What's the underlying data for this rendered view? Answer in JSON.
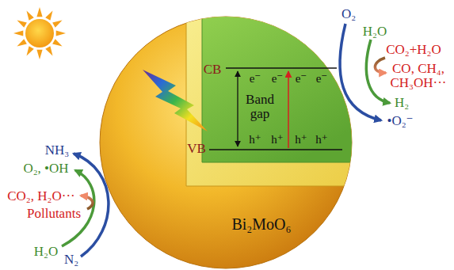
{
  "diagram": {
    "nodes": [
      {
        "text": [
          "Bi₂MoO₆"
        ]
      },
      {
        "text": [
          "Band gap"
        ],
        "in": 0
      }
    ],
    "labels": [
      "O₂",
      "H₂O",
      "CO₂+H₂O",
      "CO, CH₄, CH₃OH···",
      "H₂",
      "•O₂⁻",
      "NH₃",
      "O₂, •OH",
      "CO₂, H₂O···",
      "Pollutants",
      "H₂O",
      "N₂",
      "CB",
      "VB",
      "e⁻",
      "e⁻",
      "e⁻",
      "e⁻",
      "h⁺",
      "h⁺",
      "h⁺",
      "h⁺"
    ]
  }
}
